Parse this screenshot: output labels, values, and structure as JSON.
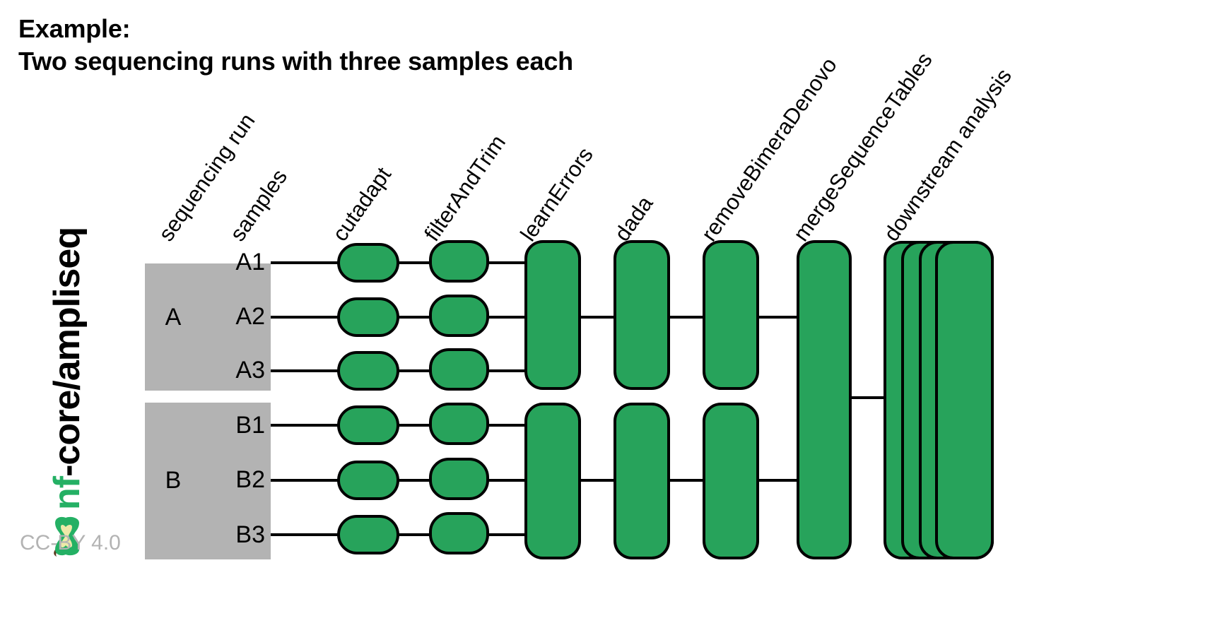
{
  "title": {
    "line1": "Example:",
    "line2": "Two sequencing runs with three samples each",
    "text": "Example:\nTwo sequencing runs with three samples each"
  },
  "logo": {
    "org": "nf",
    "org_suffix": "-core/",
    "pipeline": "ampliseq",
    "icon": "nf-core-apple-icon",
    "colors": {
      "green": "#24b064",
      "core": "#24b064",
      "flesh": "#ede9a8",
      "stem": "#5b3a1e"
    }
  },
  "license": "CC-BY 4.0",
  "colors": {
    "process_green": "#27a35b",
    "run_gray": "#b3b3b3",
    "stroke": "#000000",
    "license_gray": "#b3b3b3"
  },
  "columns": [
    {
      "id": "sequencing-run",
      "label": "sequencing run"
    },
    {
      "id": "samples",
      "label": "samples"
    },
    {
      "id": "cutadapt",
      "label": "cutadapt"
    },
    {
      "id": "filterAndTrim",
      "label": "filterAndTrim"
    },
    {
      "id": "learnErrors",
      "label": "learnErrors"
    },
    {
      "id": "dada",
      "label": "dada"
    },
    {
      "id": "removeBimeraDenovo",
      "label": "removeBimeraDenovo"
    },
    {
      "id": "mergeSequenceTables",
      "label": "mergeSequenceTables"
    },
    {
      "id": "downstream-analysis",
      "label": "downstream analysis"
    }
  ],
  "runs": [
    {
      "id": "A",
      "label": "A",
      "samples": [
        "A1",
        "A2",
        "A3"
      ]
    },
    {
      "id": "B",
      "label": "B",
      "samples": [
        "B1",
        "B2",
        "B3"
      ]
    }
  ],
  "downstream": {
    "stack_count": 4
  }
}
